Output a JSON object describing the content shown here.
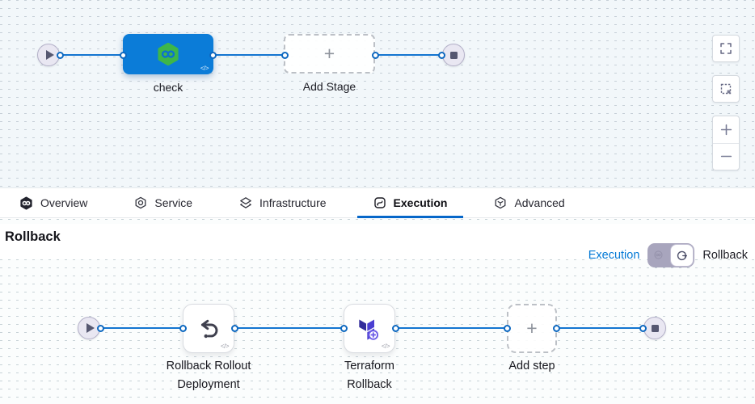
{
  "colors": {
    "accent_blue": "#0b7cd8",
    "edge_blue": "#1375d0",
    "active_tab_underline": "#0667c9",
    "harness_green": "#3eb649",
    "terraform_purple": "#4a3ed2",
    "toggle_track": "#a8a5bd"
  },
  "stage_pipeline": {
    "start_node_icon": "play-icon",
    "end_node_icon": "stop-icon",
    "stage": {
      "label": "check",
      "icon": "harness-logo-icon",
      "code_badge": "</>"
    },
    "add_stage": {
      "label": "Add Stage",
      "plus": "+"
    }
  },
  "zoom_controls": {
    "icons": [
      "fullscreen-icon",
      "marquee-select-icon",
      "zoom-in-icon",
      "zoom-out-icon"
    ]
  },
  "tabs": [
    {
      "label": "Overview",
      "icon": "harness-logo-icon",
      "active": false
    },
    {
      "label": "Service",
      "icon": "service-icon",
      "active": false
    },
    {
      "label": "Infrastructure",
      "icon": "infrastructure-icon",
      "active": false
    },
    {
      "label": "Execution",
      "icon": "execution-icon",
      "active": true
    },
    {
      "label": "Advanced",
      "icon": "advanced-icon",
      "active": false
    }
  ],
  "rollback": {
    "title": "Rollback",
    "mode_toggle": {
      "left_label": "Execution",
      "right_label": "Rollback",
      "selected": "Rollback",
      "icons": [
        "execution-mode-icon",
        "rollback-mode-icon"
      ]
    },
    "steps": [
      {
        "line1": "Rollback Rollout",
        "line2": "Deployment",
        "icon": "undo-icon",
        "code_badge": "</>"
      },
      {
        "line1": "Terraform",
        "line2": "Rollback",
        "icon": "terraform-icon",
        "code_badge": "</>"
      }
    ],
    "add_step": {
      "label": "Add step",
      "plus": "+"
    },
    "start_node_icon": "play-icon",
    "end_node_icon": "stop-icon"
  }
}
